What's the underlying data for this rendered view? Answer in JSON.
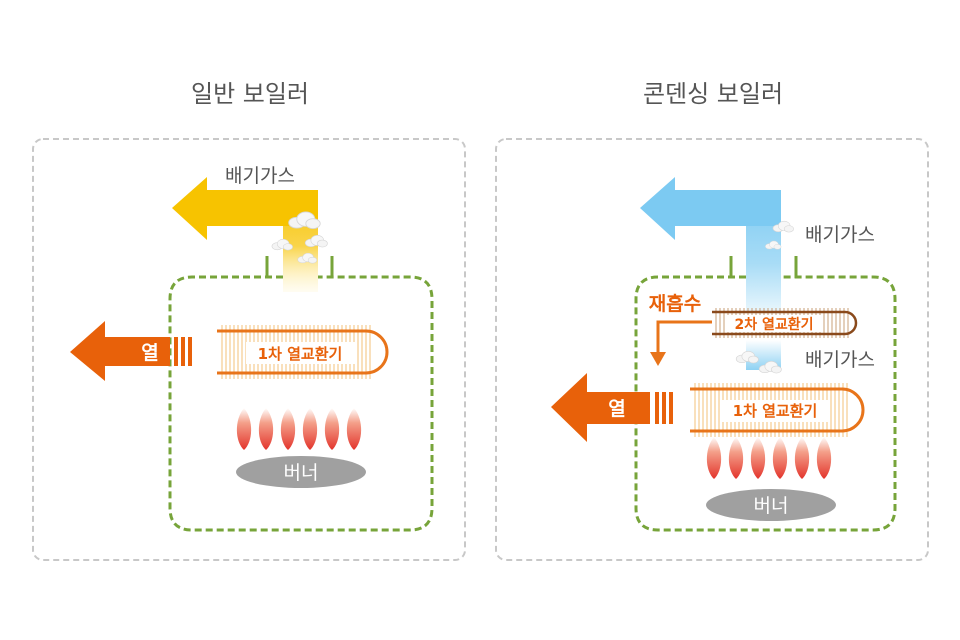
{
  "left_panel": {
    "title": "일반 보일러",
    "exhaust_label": "배기가스",
    "heat_label": "열",
    "exchanger_label": "1차 열교환기",
    "burner_label": "버너"
  },
  "right_panel": {
    "title": "콘덴싱 보일러",
    "exhaust_label_top": "배기가스",
    "reabsorb_label": "재흡수",
    "secondary_exchanger_label": "2차 열교환기",
    "exhaust_label_mid": "배기가스",
    "heat_label": "열",
    "exchanger_label": "1차 열교환기",
    "burner_label": "버너"
  },
  "colors": {
    "exhaust_general": "#f7c300",
    "exhaust_condensing": "#7ccaf2",
    "heat_arrow": "#e8610a",
    "boiler_outline": "#77a43a",
    "panel_border": "#c8c8c8",
    "burner": "#a0a0a0",
    "flame": "#e3342c",
    "secondary_exchanger": "#8a4a1c",
    "title_text": "#555555"
  }
}
